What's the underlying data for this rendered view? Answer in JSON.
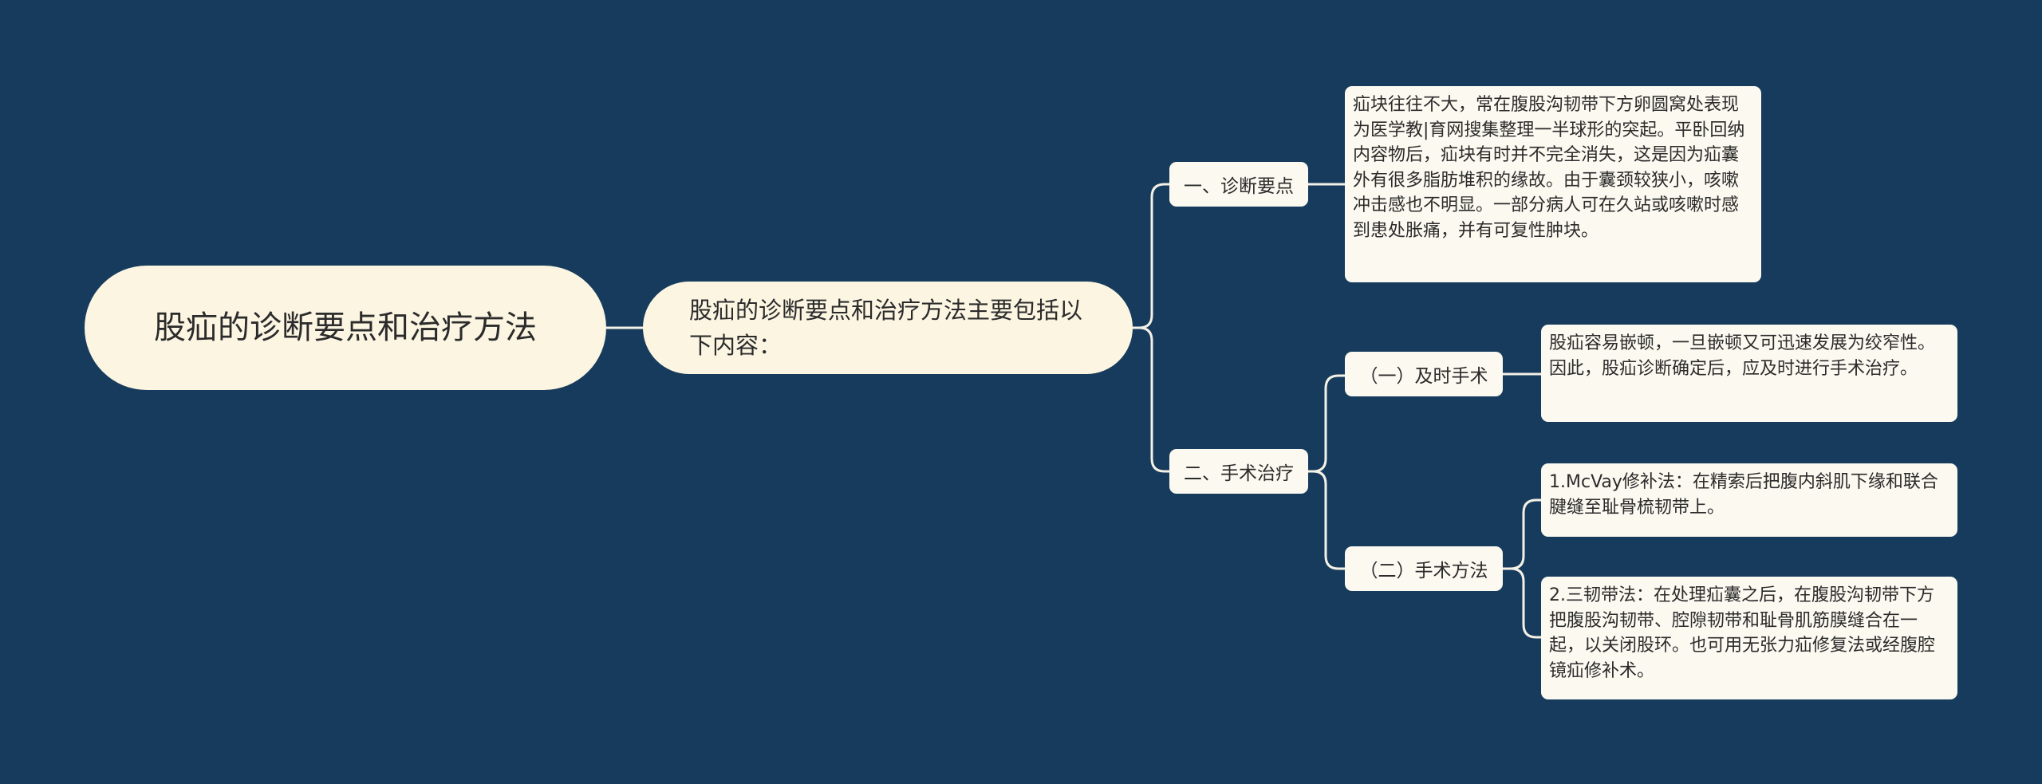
{
  "colors": {
    "background": "#173b5c",
    "root_fill": "#fbf5e2",
    "node_fill": "#fbf9f0",
    "connector": "#f4f1e6"
  },
  "root": {
    "title": "股疝的诊断要点和治疗方法"
  },
  "main": {
    "text": "股疝的诊断要点和治疗方法主要包括以下内容："
  },
  "branches": {
    "diagnosis": {
      "label": "一、诊断要点",
      "detail": "疝块往往不大，常在腹股沟韧带下方卵圆窝处表现为医学教|育网搜集整理一半球形的突起。平卧回纳内容物后，疝块有时并不完全消失，这是因为疝囊外有很多脂肪堆积的缘故。由于囊颈较狭小，咳嗽冲击感也不明显。一部分病人可在久站或咳嗽时感到患处胀痛，并有可复性肿块。"
    },
    "surgery": {
      "label": "二、手术治疗",
      "timely": {
        "label": "（一）及时手术",
        "detail": "股疝容易嵌顿，一旦嵌顿又可迅速发展为绞窄性。因此，股疝诊断确定后，应及时进行手术治疗。"
      },
      "methods": {
        "label": "（二）手术方法",
        "items": [
          "1.McVay修补法：在精索后把腹内斜肌下缘和联合腱缝至耻骨梳韧带上。",
          "2.三韧带法：在处理疝囊之后，在腹股沟韧带下方把腹股沟韧带、腔隙韧带和耻骨肌筋膜缝合在一起，以关闭股环。也可用无张力疝修复法或经腹腔镜疝修补术。"
        ]
      }
    }
  }
}
